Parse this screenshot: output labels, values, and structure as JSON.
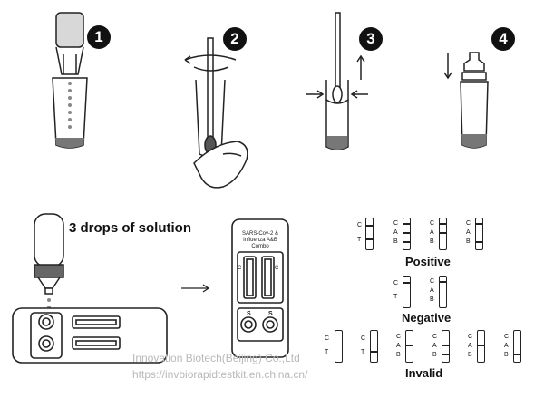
{
  "steps": [
    "1",
    "2",
    "3",
    "4"
  ],
  "drops_label": "3 drops of solution",
  "cassette": {
    "title_line1": "SARS-Cov-2 &",
    "title_line2": "Influenza A&B",
    "title_line3": "Combo",
    "well_left": "S",
    "well_right": "S"
  },
  "lines": {
    "c": "C",
    "t": "T",
    "a": "A",
    "b": "B"
  },
  "results": {
    "positive": "Positive",
    "negative": "Negative",
    "invalid": "Invalid"
  },
  "watermark": {
    "line1": "Innovation Biotech(Beijing) Co.,Ltd",
    "line2": "https://invbiorapidtestkit.en.china.cn/"
  }
}
